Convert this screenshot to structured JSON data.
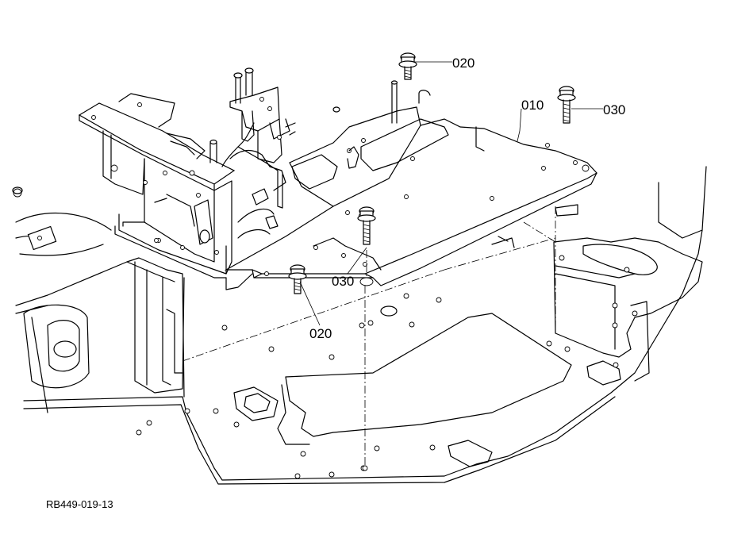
{
  "callouts": [
    {
      "id": "c020a",
      "label": "020"
    },
    {
      "id": "c010",
      "label": "010"
    },
    {
      "id": "c030a",
      "label": "030"
    },
    {
      "id": "c030b",
      "label": "030"
    },
    {
      "id": "c020b",
      "label": "020"
    }
  ],
  "drawing_code": "RB449-019-13",
  "colors": {
    "line": "#000000",
    "background": "#ffffff"
  }
}
